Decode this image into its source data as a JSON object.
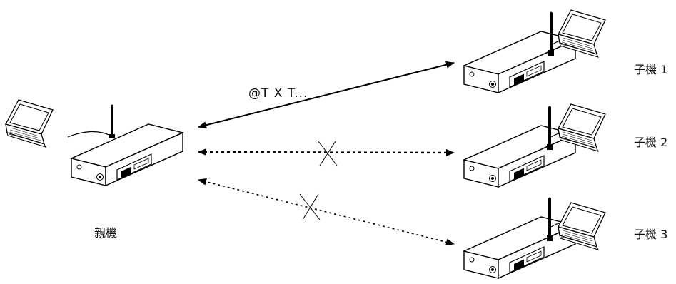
{
  "diagram": {
    "master_label": "親機",
    "slaves": [
      {
        "label": "子機 1",
        "link": "success"
      },
      {
        "label": "子機 2",
        "link": "failed"
      },
      {
        "label": "子機 3",
        "link": "failed"
      }
    ],
    "command_text": "@T X T..."
  },
  "colors": {
    "line": "#000000",
    "device_fill": "#ffffff",
    "background": "#ffffff"
  },
  "icons": [
    "router-icon",
    "laptop-icon",
    "antenna-icon",
    "x-mark-icon"
  ]
}
